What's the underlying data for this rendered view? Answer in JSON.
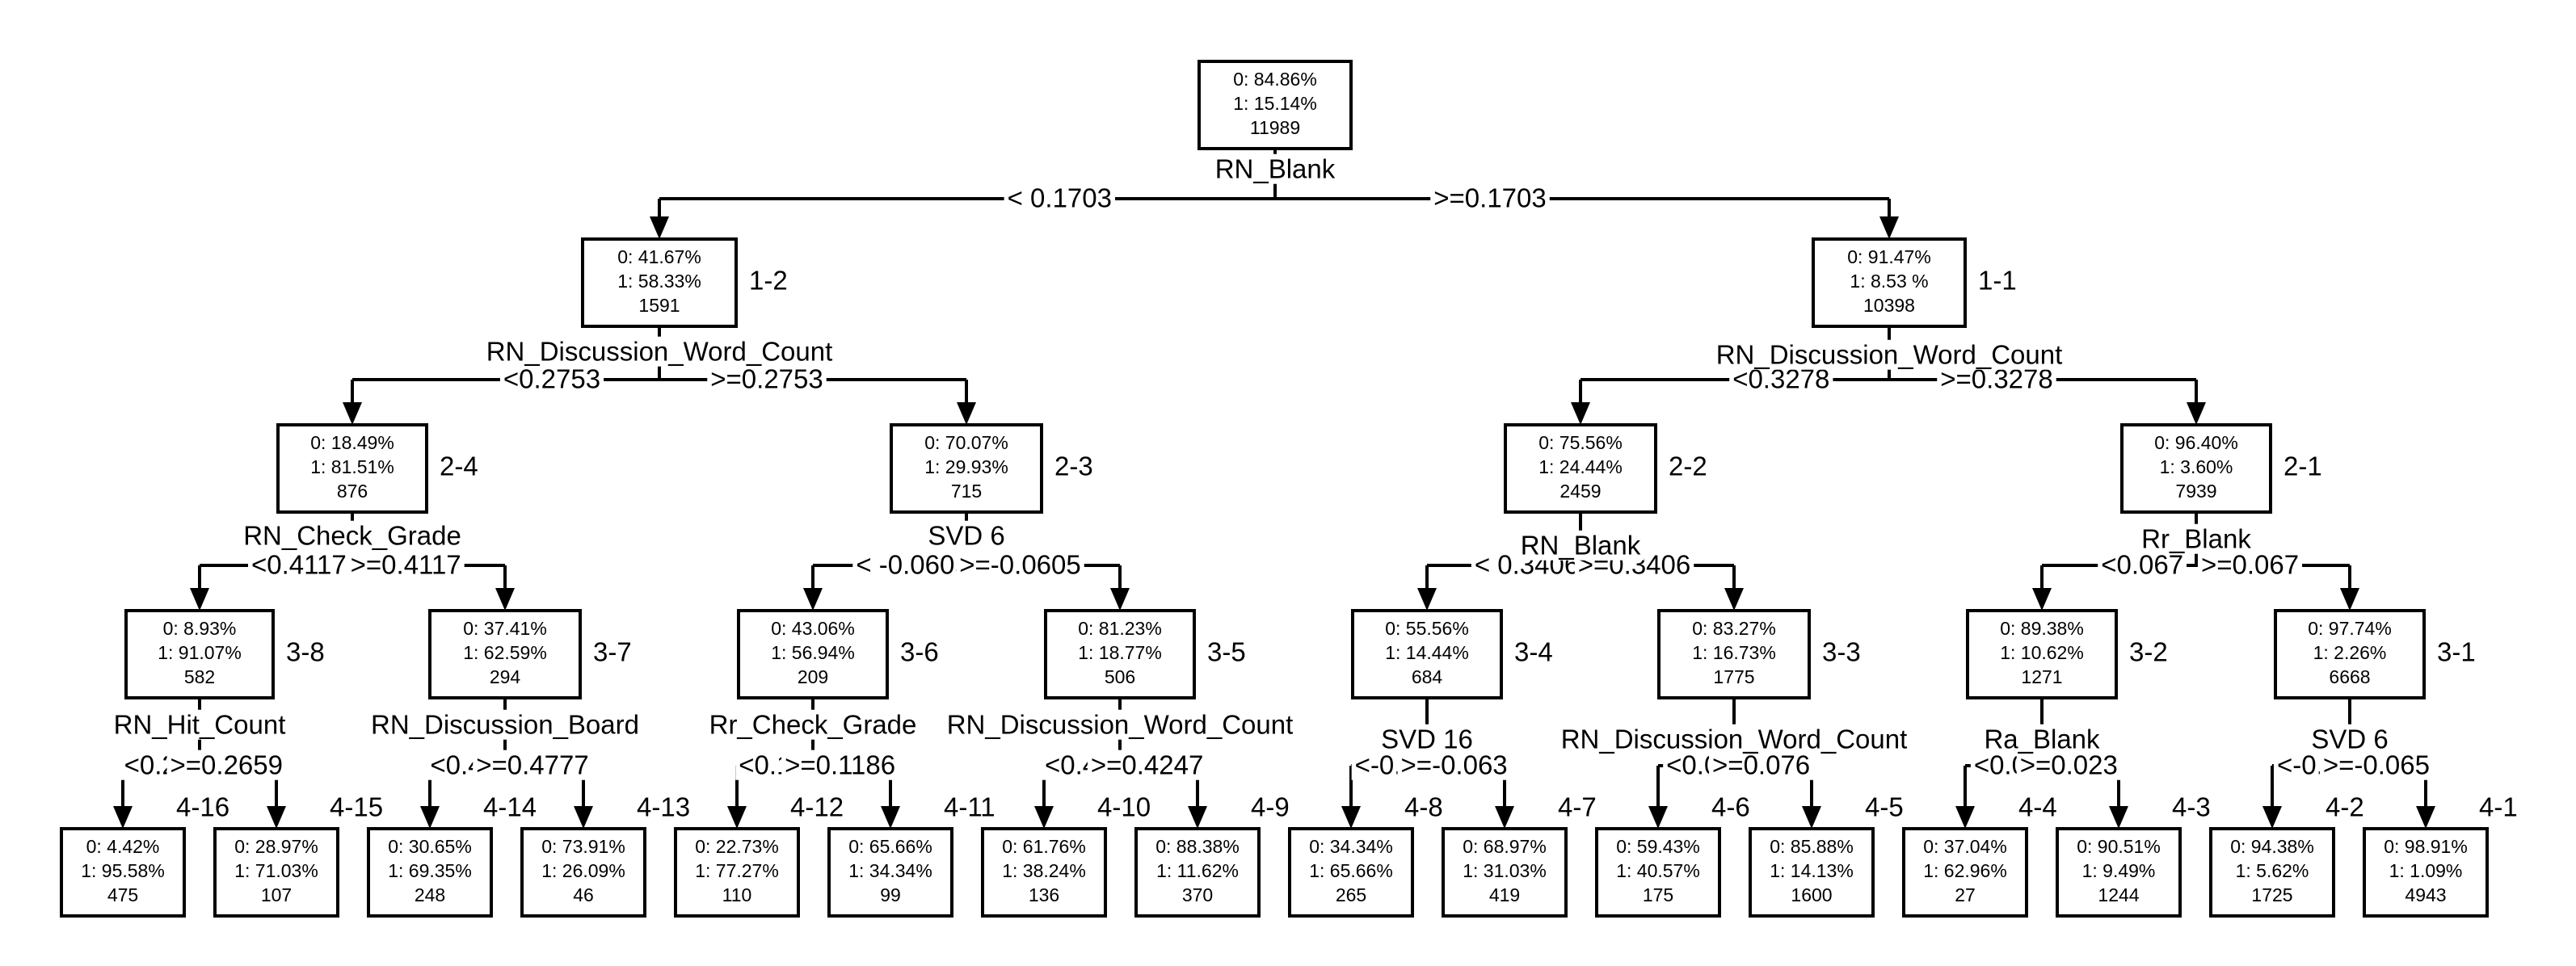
{
  "nodes": [
    {
      "key": "root",
      "stats": [
        "0: 84.86%",
        "1: 15.14%",
        "11989"
      ],
      "split": "RN_Blank",
      "cond_left": "< 0.1703",
      "cond_right": ">=0.1703"
    },
    {
      "key": "n1-2",
      "id": "1-2",
      "stats": [
        "0: 41.67%",
        "1: 58.33%",
        "1591"
      ],
      "split": "RN_Discussion_Word_Count",
      "cond_left": "<0.2753",
      "cond_right": ">=0.2753"
    },
    {
      "key": "n1-1",
      "id": "1-1",
      "stats": [
        "0: 91.47%",
        "1: 8.53 %",
        "10398"
      ],
      "split": "RN_Discussion_Word_Count",
      "cond_left": "<0.3278",
      "cond_right": ">=0.3278"
    },
    {
      "key": "n2-4",
      "id": "2-4",
      "stats": [
        "0: 18.49%",
        "1: 81.51%",
        "876"
      ],
      "split": "RN_Check_Grade",
      "cond_left": "<0.4117",
      "cond_right": ">=0.4117"
    },
    {
      "key": "n2-3",
      "id": "2-3",
      "stats": [
        "0: 70.07%",
        "1: 29.93%",
        "715"
      ],
      "split": "SVD 6",
      "cond_left": "< -0.0605",
      "cond_right": ">=-0.0605"
    },
    {
      "key": "n2-2",
      "id": "2-2",
      "stats": [
        "0: 75.56%",
        "1: 24.44%",
        "2459"
      ],
      "split": "RN_Blank",
      "cond_left": "< 0.3406",
      "cond_right": ">=0.3406"
    },
    {
      "key": "n2-1",
      "id": "2-1",
      "stats": [
        "0: 96.40%",
        "1: 3.60%",
        "7939"
      ],
      "split": "Rr_Blank",
      "cond_left": "<0.067",
      "cond_right": ">=0.067"
    },
    {
      "key": "n3-8",
      "id": "3-8",
      "stats": [
        "0: 8.93%",
        "1: 91.07%",
        "582"
      ],
      "split": "RN_Hit_Count",
      "cond_left": "<0.2659",
      "cond_right": ">=0.2659"
    },
    {
      "key": "n3-7",
      "id": "3-7",
      "stats": [
        "0: 37.41%",
        "1: 62.59%",
        "294"
      ],
      "split": "RN_Discussion_Board",
      "cond_left": "<0.4777",
      "cond_right": ">=0.4777"
    },
    {
      "key": "n3-6",
      "id": "3-6",
      "stats": [
        "0: 43.06%",
        "1: 56.94%",
        "209"
      ],
      "split": "Rr_Check_Grade",
      "cond_left": "<0.1186",
      "cond_right": ">=0.1186"
    },
    {
      "key": "n3-5",
      "id": "3-5",
      "stats": [
        "0: 81.23%",
        "1: 18.77%",
        "506"
      ],
      "split": "RN_Discussion_Word_Count",
      "cond_left": "<0.4247",
      "cond_right": ">=0.4247"
    },
    {
      "key": "n3-4",
      "id": "3-4",
      "stats": [
        "0: 55.56%",
        "1: 14.44%",
        "684"
      ],
      "split": "SVD 16",
      "cond_left": "<-0.063",
      "cond_right": ">=-0.063"
    },
    {
      "key": "n3-3",
      "id": "3-3",
      "stats": [
        "0: 83.27%",
        "1: 16.73%",
        "1775"
      ],
      "split": "RN_Discussion_Word_Count",
      "cond_left": "<0.076",
      "cond_right": ">=0.076"
    },
    {
      "key": "n3-2",
      "id": "3-2",
      "stats": [
        "0: 89.38%",
        "1: 10.62%",
        "1271"
      ],
      "split": "Ra_Blank",
      "cond_left": "<0.023",
      "cond_right": ">=0.023"
    },
    {
      "key": "n3-1",
      "id": "3-1",
      "stats": [
        "0: 97.74%",
        "1: 2.26%",
        "6668"
      ],
      "split": "SVD 6",
      "cond_left": "<-0.065",
      "cond_right": ">=-0.065"
    },
    {
      "key": "n4-16",
      "id": "4-16",
      "stats": [
        "0: 4.42%",
        "1: 95.58%",
        "475"
      ]
    },
    {
      "key": "n4-15",
      "id": "4-15",
      "stats": [
        "0: 28.97%",
        "1: 71.03%",
        "107"
      ]
    },
    {
      "key": "n4-14",
      "id": "4-14",
      "stats": [
        "0: 30.65%",
        "1: 69.35%",
        "248"
      ]
    },
    {
      "key": "n4-13",
      "id": "4-13",
      "stats": [
        "0: 73.91%",
        "1: 26.09%",
        "46"
      ]
    },
    {
      "key": "n4-12",
      "id": "4-12",
      "stats": [
        "0: 22.73%",
        "1: 77.27%",
        "110"
      ]
    },
    {
      "key": "n4-11",
      "id": "4-11",
      "stats": [
        "0: 65.66%",
        "1: 34.34%",
        "99"
      ]
    },
    {
      "key": "n4-10",
      "id": "4-10",
      "stats": [
        "0: 61.76%",
        "1: 38.24%",
        "136"
      ]
    },
    {
      "key": "n4-9",
      "id": "4-9",
      "stats": [
        "0: 88.38%",
        "1: 11.62%",
        "370"
      ]
    },
    {
      "key": "n4-8",
      "id": "4-8",
      "stats": [
        "0: 34.34%",
        "1: 65.66%",
        "265"
      ]
    },
    {
      "key": "n4-7",
      "id": "4-7",
      "stats": [
        "0: 68.97%",
        "1: 31.03%",
        "419"
      ]
    },
    {
      "key": "n4-6",
      "id": "4-6",
      "stats": [
        "0: 59.43%",
        "1: 40.57%",
        "175"
      ]
    },
    {
      "key": "n4-5",
      "id": "4-5",
      "stats": [
        "0: 85.88%",
        "1: 14.13%",
        "1600"
      ]
    },
    {
      "key": "n4-4",
      "id": "4-4",
      "stats": [
        "0: 37.04%",
        "1: 62.96%",
        "27"
      ]
    },
    {
      "key": "n4-3",
      "id": "4-3",
      "stats": [
        "0: 90.51%",
        "1: 9.49%",
        "1244"
      ]
    },
    {
      "key": "n4-2",
      "id": "4-2",
      "stats": [
        "0: 94.38%",
        "1: 5.62%",
        "1725"
      ]
    },
    {
      "key": "n4-1",
      "id": "4-1",
      "stats": [
        "0: 98.91%",
        "1: 1.09%",
        "4943"
      ]
    }
  ]
}
